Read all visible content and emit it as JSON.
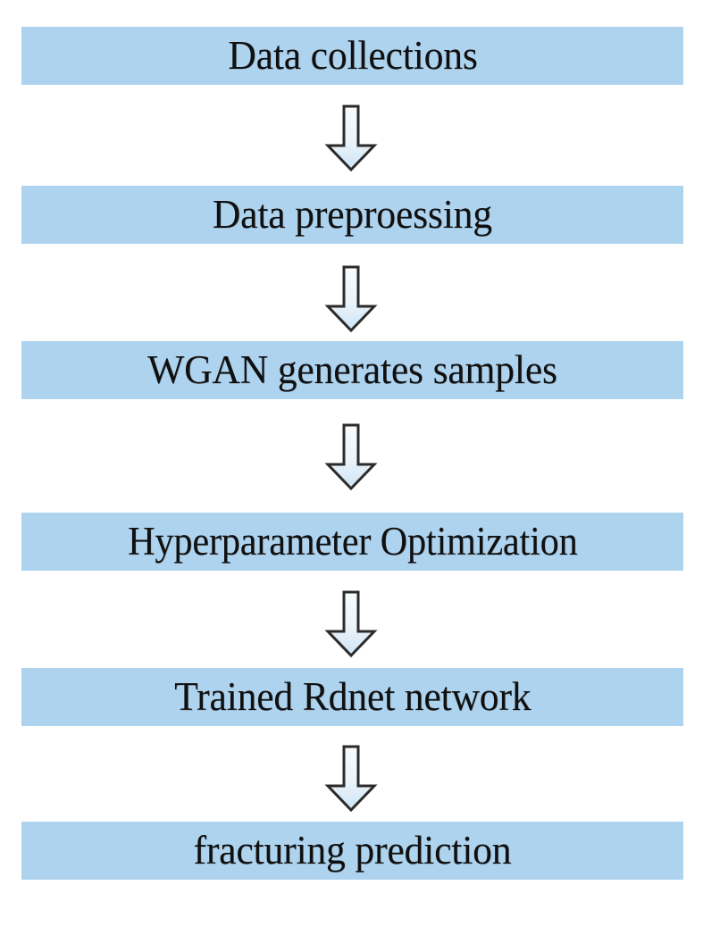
{
  "diagram": {
    "title": "Fracturing prediction workflow flowchart",
    "type": "flowchart",
    "orientation": "top-to-bottom",
    "colors": {
      "node_fill": "#aed3ef",
      "node_text": "#101010",
      "background": "#ffffff",
      "arrow_outline": "#2b2b2b",
      "arrow_fill_top": "#f4fafe",
      "arrow_fill_bottom": "#cfe4f4"
    },
    "nodes": [
      {
        "id": "data-collections",
        "label": "Data collections"
      },
      {
        "id": "data-preprocessing",
        "label": "Data preproessing"
      },
      {
        "id": "wgan-generates-samples",
        "label": "WGAN generates samples"
      },
      {
        "id": "hyperparameter-optimization",
        "label": "Hyperparameter Optimization"
      },
      {
        "id": "trained-rdnet-network",
        "label": "Trained Rdnet network"
      },
      {
        "id": "fracturing-prediction",
        "label": "fracturing prediction"
      }
    ],
    "connectors": [
      {
        "id": "arrow-1",
        "icon": "down-block-arrow-icon",
        "from": "data-collections",
        "to": "data-preprocessing"
      },
      {
        "id": "arrow-2",
        "icon": "down-block-arrow-icon",
        "from": "data-preprocessing",
        "to": "wgan-generates-samples"
      },
      {
        "id": "arrow-3",
        "icon": "down-block-arrow-icon",
        "from": "wgan-generates-samples",
        "to": "hyperparameter-optimization"
      },
      {
        "id": "arrow-4",
        "icon": "down-block-arrow-icon",
        "from": "hyperparameter-optimization",
        "to": "trained-rdnet-network"
      },
      {
        "id": "arrow-5",
        "icon": "down-block-arrow-icon",
        "from": "trained-rdnet-network",
        "to": "fracturing-prediction"
      }
    ]
  }
}
